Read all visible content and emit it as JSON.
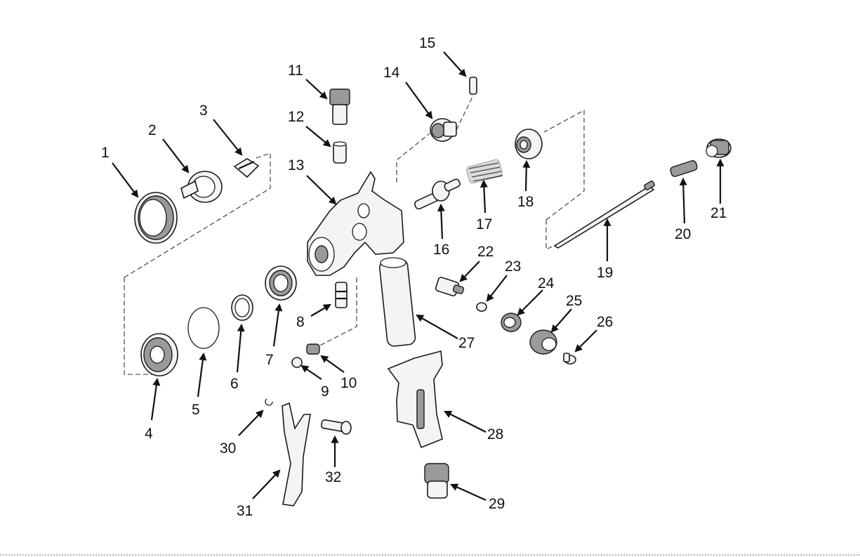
{
  "diagram": {
    "parts": [
      {
        "id": "1"
      },
      {
        "id": "2"
      },
      {
        "id": "3"
      },
      {
        "id": "4"
      },
      {
        "id": "5"
      },
      {
        "id": "6"
      },
      {
        "id": "7"
      },
      {
        "id": "8"
      },
      {
        "id": "9"
      },
      {
        "id": "10"
      },
      {
        "id": "11"
      },
      {
        "id": "12"
      },
      {
        "id": "13"
      },
      {
        "id": "14"
      },
      {
        "id": "15"
      },
      {
        "id": "16"
      },
      {
        "id": "17"
      },
      {
        "id": "18"
      },
      {
        "id": "19"
      },
      {
        "id": "20"
      },
      {
        "id": "21"
      },
      {
        "id": "22"
      },
      {
        "id": "23"
      },
      {
        "id": "24"
      },
      {
        "id": "25"
      },
      {
        "id": "26"
      },
      {
        "id": "27"
      },
      {
        "id": "28"
      },
      {
        "id": "29"
      },
      {
        "id": "30"
      },
      {
        "id": "31"
      },
      {
        "id": "32"
      }
    ]
  }
}
